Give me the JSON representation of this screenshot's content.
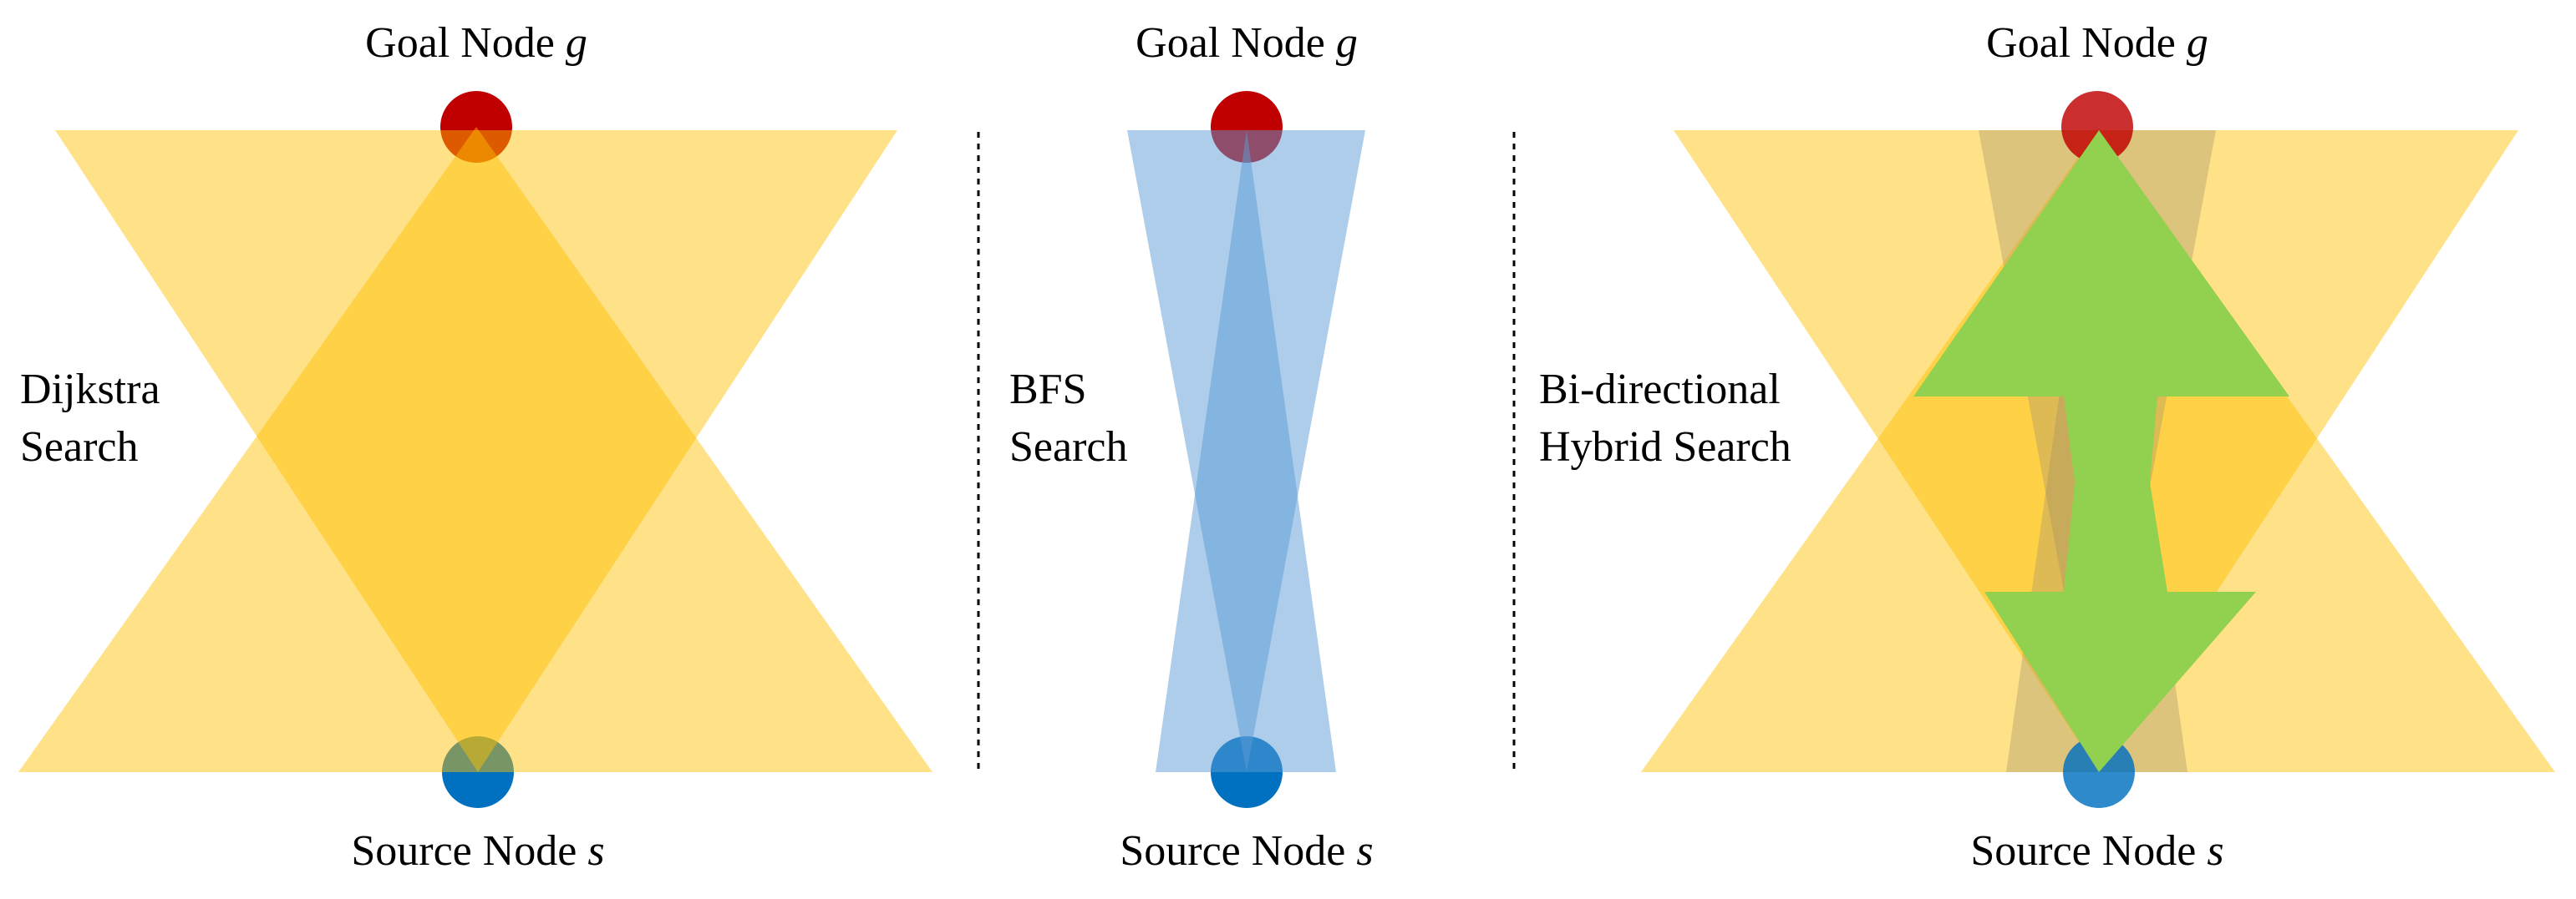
{
  "colors": {
    "yellow_light": "#FFE08A",
    "yellow_dark": "#FFC000",
    "yellow_mid": "#FFD047",
    "blue_light": "#ADCBEA",
    "blue_dark": "#5B9BD5",
    "green": "#92D050",
    "olive": "#D8C272",
    "goal_node": "#C00000",
    "source_node": "#0070C0"
  },
  "panels": [
    {
      "id": "dijkstra",
      "goal_label": {
        "text": "Goal Node ",
        "var": "g"
      },
      "source_label": {
        "text": "Source Node ",
        "var": "s"
      },
      "method_label": [
        "Dijkstra",
        "Search"
      ]
    },
    {
      "id": "bfs",
      "goal_label": {
        "text": "Goal Node ",
        "var": "g"
      },
      "source_label": {
        "text": "Source Node ",
        "var": "s"
      },
      "method_label": [
        "BFS",
        "Search"
      ]
    },
    {
      "id": "hybrid",
      "goal_label": {
        "text": "Goal Node ",
        "var": "g"
      },
      "source_label": {
        "text": "Source Node ",
        "var": "s"
      },
      "method_label": [
        "Bi-directional",
        "Hybrid Search"
      ]
    }
  ]
}
